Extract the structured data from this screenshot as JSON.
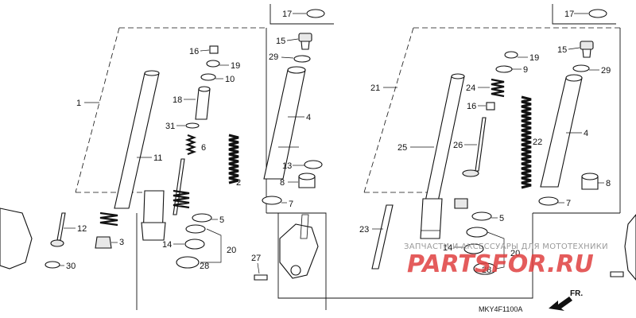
{
  "diagram_code": "MKY4F1100A",
  "watermark_text": "ЗАПЧАСТИ И АКСЕССУАРЫ ДЛЯ МОТОТЕХНИКИ",
  "watermark_logo": "PARTSFOR.RU",
  "direction_label": "FR.",
  "left_panel": {
    "labels": {
      "p1": "1",
      "p2": "2",
      "p3": "3",
      "p4": "4",
      "p5": "5",
      "p6": "6",
      "p7": "7",
      "p8": "8",
      "p10": "10",
      "p11": "11",
      "p12": "12",
      "p13": "13",
      "p14": "14",
      "p15": "15",
      "p16": "16",
      "p17": "17",
      "p18": "18",
      "p19": "19",
      "p20": "20",
      "p27": "27",
      "p28": "28",
      "p29": "29",
      "p30": "30",
      "p31": "31"
    }
  },
  "right_panel": {
    "labels": {
      "p4": "4",
      "p5": "5",
      "p7": "7",
      "p8": "8",
      "p9": "9",
      "p14": "14",
      "p15": "15",
      "p16": "16",
      "p17": "17",
      "p19": "19",
      "p20": "20",
      "p21": "21",
      "p22": "22",
      "p23": "23",
      "p24": "24",
      "p25": "25",
      "p26": "26",
      "p28": "28",
      "p29": "29"
    }
  }
}
